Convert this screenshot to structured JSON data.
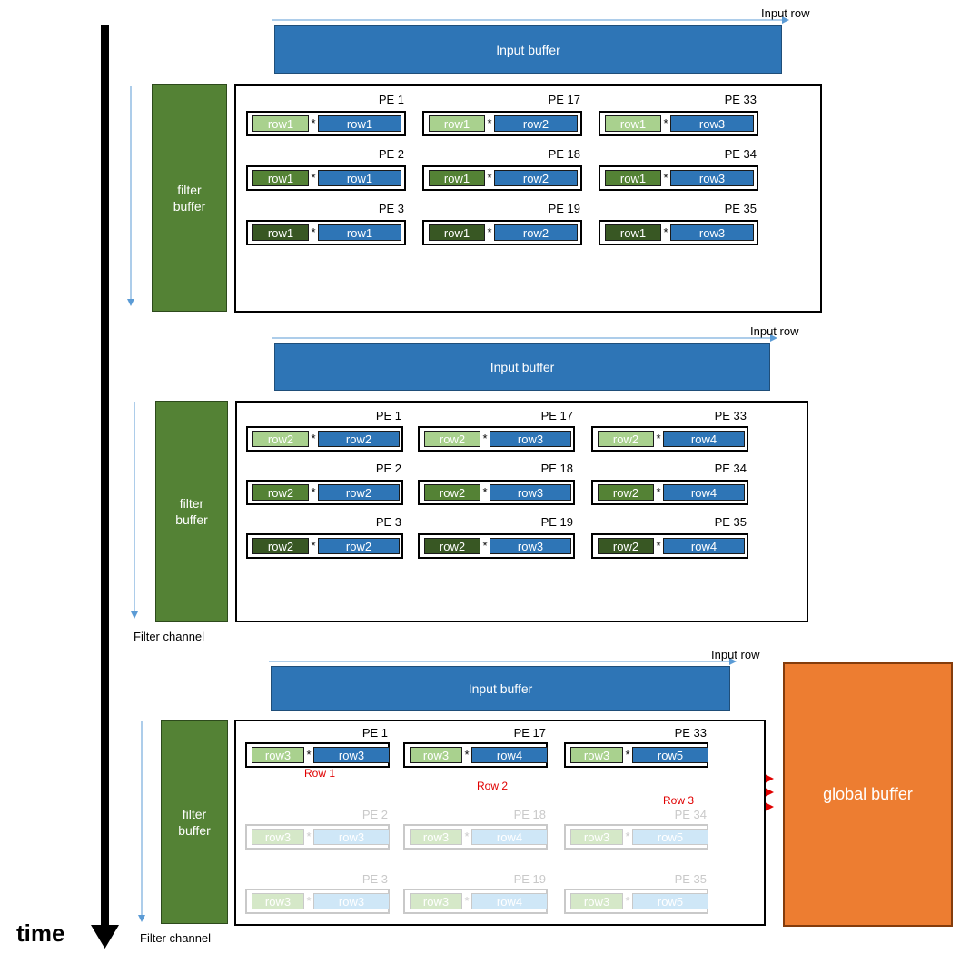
{
  "labels": {
    "input_row": "Input row",
    "input_buffer": "Input buffer",
    "filter_buffer": "filter\nbuffer",
    "filter_channel": "Filter channel",
    "global_buffer": "global buffer",
    "time": "time",
    "star": "*"
  },
  "stages": [
    {
      "pes": [
        [
          {
            "name": "PE 1",
            "f": "row1",
            "i": "row1"
          },
          {
            "name": "PE 17",
            "f": "row1",
            "i": "row2"
          },
          {
            "name": "PE 33",
            "f": "row1",
            "i": "row3"
          }
        ],
        [
          {
            "name": "PE 2",
            "f": "row1",
            "i": "row1"
          },
          {
            "name": "PE 18",
            "f": "row1",
            "i": "row2"
          },
          {
            "name": "PE 34",
            "f": "row1",
            "i": "row3"
          }
        ],
        [
          {
            "name": "PE 3",
            "f": "row1",
            "i": "row1"
          },
          {
            "name": "PE 19",
            "f": "row1",
            "i": "row2"
          },
          {
            "name": "PE 35",
            "f": "row1",
            "i": "row3"
          }
        ]
      ]
    },
    {
      "pes": [
        [
          {
            "name": "PE 1",
            "f": "row2",
            "i": "row2"
          },
          {
            "name": "PE 17",
            "f": "row2",
            "i": "row3"
          },
          {
            "name": "PE 33",
            "f": "row2",
            "i": "row4"
          }
        ],
        [
          {
            "name": "PE 2",
            "f": "row2",
            "i": "row2"
          },
          {
            "name": "PE 18",
            "f": "row2",
            "i": "row3"
          },
          {
            "name": "PE 34",
            "f": "row2",
            "i": "row4"
          }
        ],
        [
          {
            "name": "PE 3",
            "f": "row2",
            "i": "row2"
          },
          {
            "name": "PE 19",
            "f": "row2",
            "i": "row3"
          },
          {
            "name": "PE 35",
            "f": "row2",
            "i": "row4"
          }
        ]
      ]
    },
    {
      "pes": [
        [
          {
            "name": "PE 1",
            "f": "row3",
            "i": "row3"
          },
          {
            "name": "PE 17",
            "f": "row3",
            "i": "row4"
          },
          {
            "name": "PE 33",
            "f": "row3",
            "i": "row5"
          }
        ],
        [
          {
            "name": "PE 2",
            "f": "row3",
            "i": "row3"
          },
          {
            "name": "PE 18",
            "f": "row3",
            "i": "row4"
          },
          {
            "name": "PE 34",
            "f": "row3",
            "i": "row5"
          }
        ],
        [
          {
            "name": "PE 3",
            "f": "row3",
            "i": "row3"
          },
          {
            "name": "PE 19",
            "f": "row3",
            "i": "row4"
          },
          {
            "name": "PE 35",
            "f": "row3",
            "i": "row5"
          }
        ]
      ]
    }
  ],
  "output_rows": [
    "Row 1",
    "Row 2",
    "Row 3"
  ],
  "colors": {
    "input_buffer": "#2e75b6",
    "filter_buffer": "#548235",
    "filter_light": "#a9d18e",
    "filter_dark": "#385723",
    "global_buffer": "#ed7d31",
    "arrow_red": "#e00000",
    "arrow_blue": "#5b9bd5"
  }
}
